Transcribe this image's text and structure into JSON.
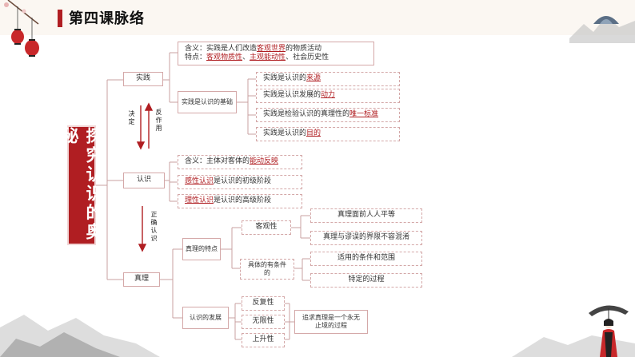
{
  "header": {
    "title": "第四课脉络"
  },
  "main_title": "探究认识的奥秘",
  "nodes": {
    "practice": "实践",
    "cognition": "认识",
    "truth": "真理",
    "practice_basis": "实践是认识的基础",
    "truth_features": "真理的特点",
    "cognition_development": "认识的发展",
    "objective": "客观性",
    "concrete_line1": "具体的有条件",
    "concrete_line2": "的",
    "repeatable": "反复性",
    "infinite": "无限性",
    "ascending": "上升性"
  },
  "practice_info": {
    "meaning_pre": "含义：实践是人们改造",
    "meaning_hl": "客观世界",
    "meaning_post": "的物质活动",
    "traits_pre": "特点：",
    "trait1": "客观物质性",
    "sep1": "、",
    "trait2": "主观能动性",
    "traits_post": "、社会历史性"
  },
  "basis_items": [
    {
      "pre": "实践是认识的",
      "hl": "来源"
    },
    {
      "pre": "实践是认识发展的",
      "hl": "动力"
    },
    {
      "pre": "实践是检验认识的真理性的",
      "hl": "唯一标准"
    },
    {
      "pre": "实践是认识的",
      "hl": "目的"
    }
  ],
  "cognition_items": {
    "meaning_pre": "含义：主体对客体的",
    "meaning_hl": "能动反映",
    "perceptual_hl": "感性认识",
    "perceptual_post": "是认识的初级阶段",
    "rational_hl": "理性认识",
    "rational_post": "是认识的高级阶段"
  },
  "objective_items": [
    "真理面前人人平等",
    "真理与谬误的界限不容混淆"
  ],
  "concrete_items": [
    "适用的条件和范围",
    "特定的过程"
  ],
  "process_note": "追求真理是一个永无止境的过程",
  "arrows": {
    "decide": "决定",
    "react": "反作用",
    "correct": "正确认识"
  },
  "colors": {
    "accent": "#b01e22",
    "border": "#d4a8a8"
  }
}
